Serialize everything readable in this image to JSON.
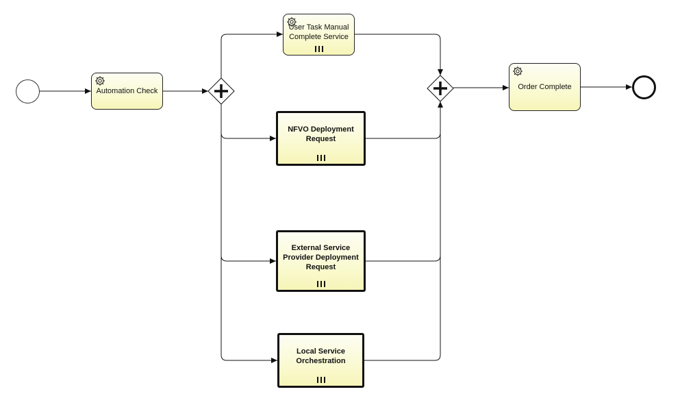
{
  "diagram": {
    "tasks": {
      "automation_check": "Automation Check",
      "user_task": "User Task Manual\nComplete Service",
      "nfvo": "NFVO Deployment\nRequest",
      "external": "External Service\nProvider Deployment\nRequest",
      "local": "Local Service\nOrchestration",
      "order_complete": "Order Complete"
    },
    "icons": {
      "service_task": "gear-icon",
      "multi_instance": "parallel-multi-instance-icon",
      "gateway": "parallel-gateway-plus-icon"
    },
    "colors": {
      "task_fill": "#fafad2",
      "stroke": "#111111"
    }
  }
}
